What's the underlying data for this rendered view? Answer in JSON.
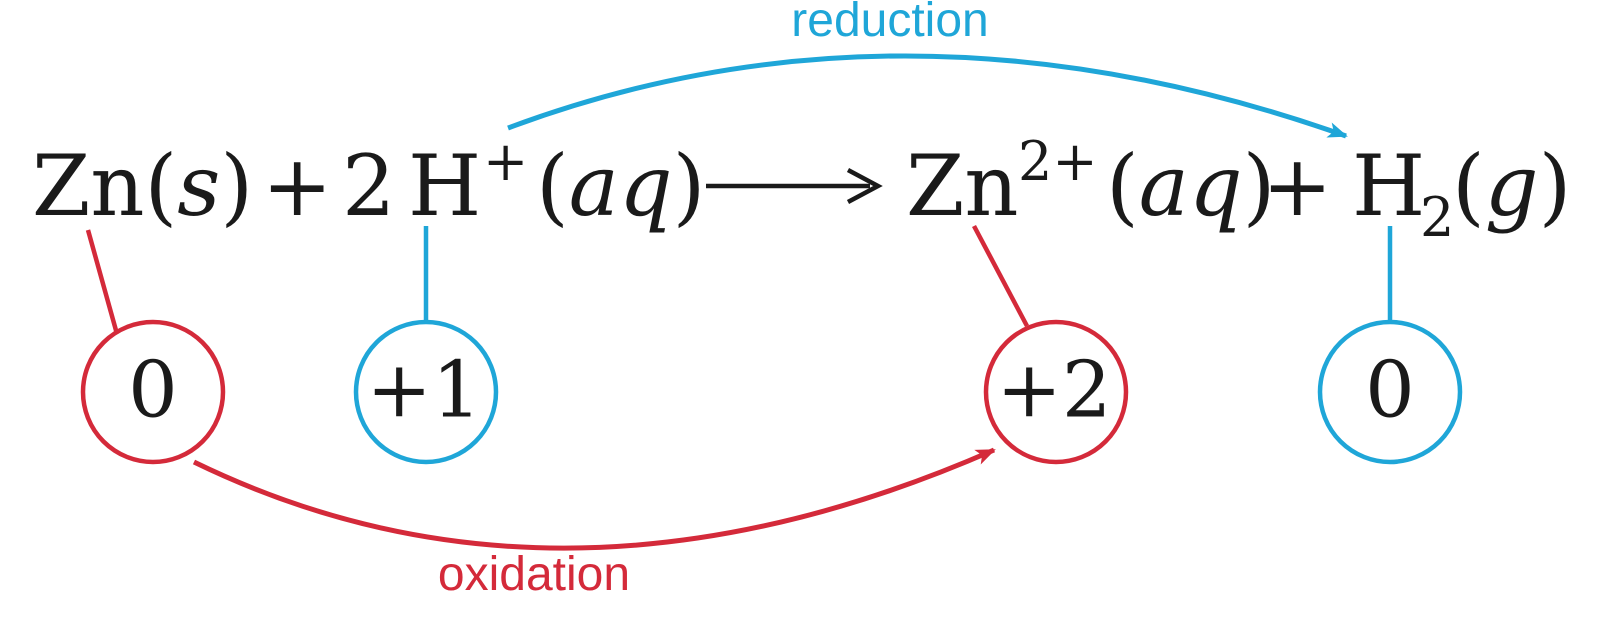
{
  "colors": {
    "oxidation": "#d42a3a",
    "reduction": "#1fa6d8",
    "text": "#1a1a1a"
  },
  "labels": {
    "reduction": "reduction",
    "oxidation": "oxidation"
  },
  "equation": {
    "zn_symbol": "Zn",
    "zn_state_open": "(",
    "zn_state": "s",
    "zn_state_close": ")",
    "plus1": "+",
    "coef": "2",
    "h_symbol": "H",
    "h_charge": "+",
    "h_state_open": "(",
    "h_state": "aq",
    "h_state_close": ")",
    "arrow": "⟶",
    "zn2_symbol": "Zn",
    "zn2_charge": "2+",
    "zn2_state_open": "(",
    "zn2_state": "aq",
    "zn2_state_close": ")",
    "plus2": "+",
    "h2_symbol": "H",
    "h2_subscript": "2",
    "h2_state_open": "(",
    "h2_state": "g",
    "h2_state_close": ")"
  },
  "oxidation_states": {
    "zn": "0",
    "h_ion": "+1",
    "zn_ion": "+2",
    "h2": "0"
  }
}
